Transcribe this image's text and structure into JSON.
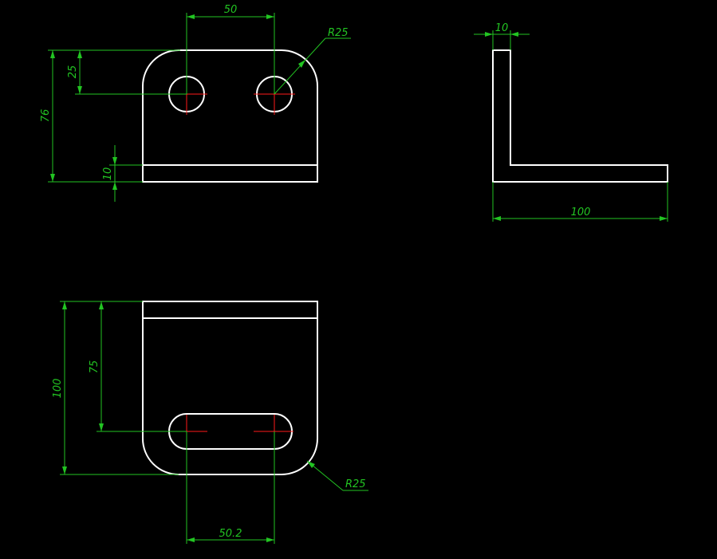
{
  "colors": {
    "background": "#000000",
    "outline": "#ffffff",
    "dimension": "#22c422",
    "centerline": "#ff1a1a"
  },
  "front_view": {
    "dim_hole_spacing": "50",
    "dim_radius": "R25",
    "dim_hole_height": "25",
    "dim_overall_height": "76",
    "dim_thickness": "10"
  },
  "side_view": {
    "dim_thickness": "10",
    "dim_length": "100"
  },
  "top_view": {
    "dim_overall_depth": "100",
    "dim_slot_depth": "75",
    "dim_slot_spacing": "50.2",
    "dim_radius": "R25"
  }
}
